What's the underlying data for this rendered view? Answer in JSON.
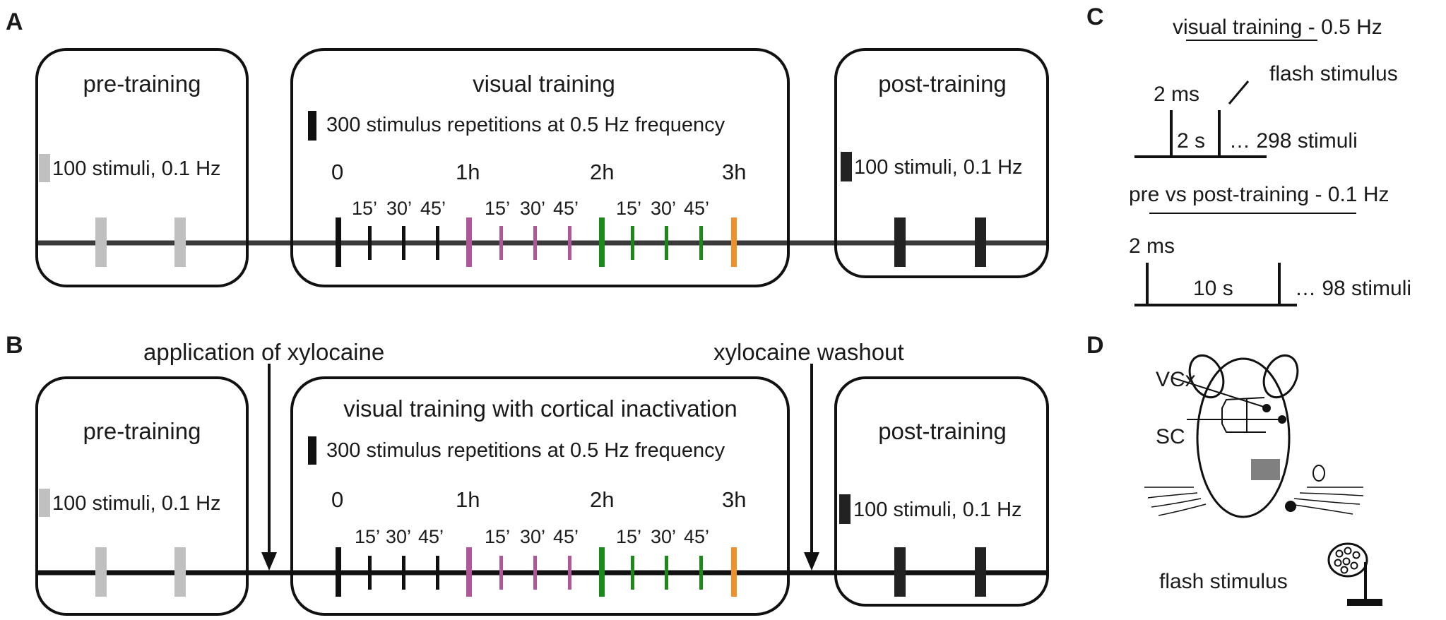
{
  "panels": {
    "a": {
      "letter": "A",
      "pre": {
        "title": "pre-training",
        "legend": "100 stimuli, 0.1 Hz"
      },
      "training": {
        "title": "visual training",
        "legend": "300 stimulus repetitions at 0.5 Hz frequency",
        "hours": [
          "0",
          "1h",
          "2h",
          "3h"
        ],
        "minutes": [
          "15’",
          "30’",
          "45’"
        ]
      },
      "post": {
        "title": "post-training",
        "legend": "100 stimuli, 0.1 Hz"
      }
    },
    "b": {
      "letter": "B",
      "application_label": "application of xylocaine",
      "washout_label": "xylocaine washout",
      "pre": {
        "title": "pre-training",
        "legend": "100 stimuli, 0.1 Hz"
      },
      "training": {
        "title": "visual training with cortical inactivation",
        "legend": "300 stimulus repetitions at 0.5 Hz frequency",
        "hours": [
          "0",
          "1h",
          "2h",
          "3h"
        ],
        "minutes": [
          "15’",
          "30’",
          "45’"
        ]
      },
      "post": {
        "title": "post-training",
        "legend": "100 stimuli, 0.1 Hz"
      }
    },
    "c": {
      "letter": "C",
      "training_title": "visual training - 0.5 Hz",
      "training_pulse": "2 ms",
      "training_interval": "2 s",
      "training_flash_label": "flash stimulus",
      "training_count": "… 298 stimuli",
      "test_title": "pre vs post-training - 0.1 Hz",
      "test_pulse": "2 ms",
      "test_interval": "10 s",
      "test_count": "… 98 stimuli"
    },
    "d": {
      "letter": "D",
      "vcx_label": "VCx",
      "sc_label": "SC",
      "flash_label": "flash stimulus"
    }
  },
  "colors": {
    "pre_stimulus": "#c0c0c0",
    "post_stimulus": "#222222",
    "hour0": "#111111",
    "hour1": "#b0579a",
    "hour2": "#1a8a1a",
    "hour3": "#f0902a",
    "electrode_square": "#808080"
  }
}
